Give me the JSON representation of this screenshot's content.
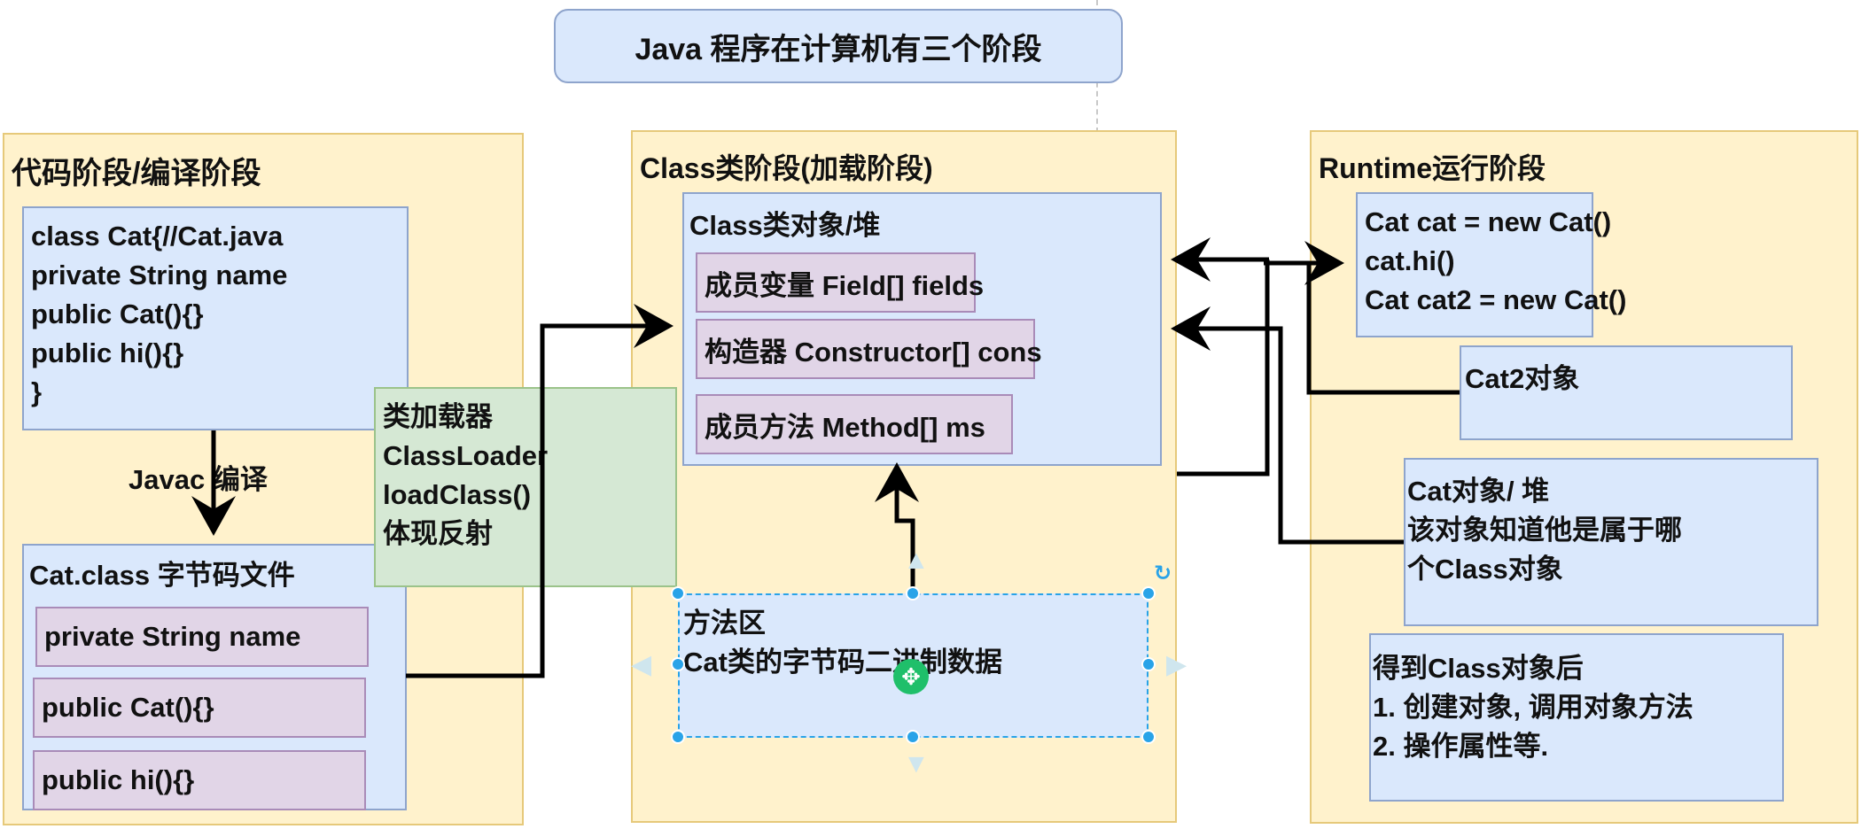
{
  "title": "Java 程序在计算机有三个阶段",
  "stages": {
    "code": {
      "title": "代码阶段/编译阶段",
      "source_lines": [
        "class Cat{//Cat.java",
        "private String name",
        "public Cat(){}",
        "public hi(){}",
        "}"
      ],
      "compile_label": "Javac 编译",
      "bytecode_title": "Cat.class 字节码文件",
      "bytecode_members": [
        "private String name",
        "public Cat(){}",
        "public hi(){}"
      ]
    },
    "classloader": {
      "lines": [
        "类加载器",
        "ClassLoader",
        "loadClass()",
        "体现反射"
      ]
    },
    "class": {
      "title": "Class类阶段(加载阶段)",
      "object_title": "Class类对象/堆",
      "members": [
        "成员变量 Field[] fields",
        "构造器 Constructor[] cons",
        "成员方法 Method[] ms"
      ],
      "method_area_lines": [
        "方法区",
        "Cat类的字节码二进制数据"
      ]
    },
    "runtime": {
      "title": "Runtime运行阶段",
      "code_lines": [
        "Cat cat = new Cat()",
        "cat.hi()",
        "Cat cat2 = new Cat()"
      ],
      "cat2_object": "Cat2对象",
      "cat_object_lines": [
        "Cat对象/ 堆",
        "该对象知道他是属于哪",
        "个Class对象"
      ],
      "after_class_lines": [
        "得到Class对象后",
        "1. 创建对象, 调用对象方法",
        "2. 操作属性等."
      ]
    }
  },
  "colors": {
    "stage_fill": "#fff2cc",
    "box_fill": "#dae8fc",
    "member_fill": "#e1d5e7",
    "loader_fill": "#d5e8d4",
    "selection": "#29a3e8",
    "cursor": "#1fbf6a"
  }
}
